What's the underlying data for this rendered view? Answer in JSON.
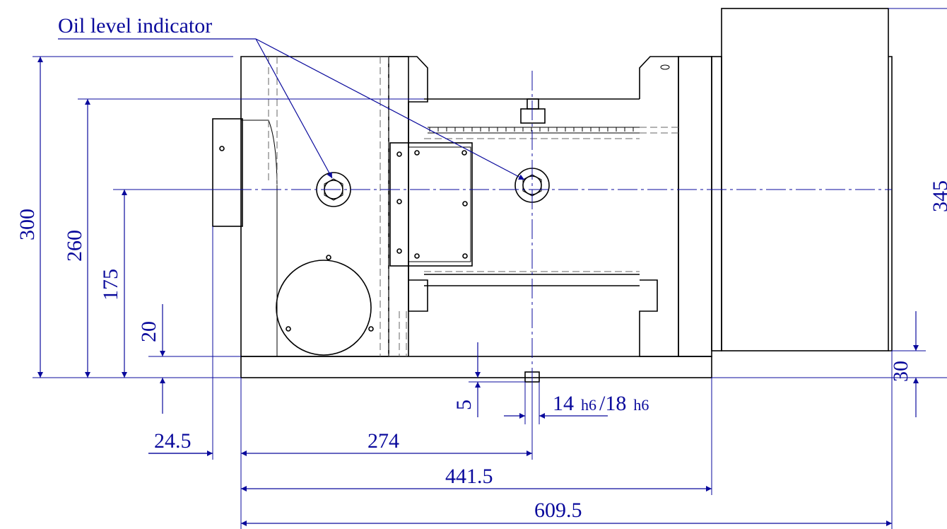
{
  "callout": {
    "oil_level_label": "Oil level indicator"
  },
  "dimensions": {
    "height_300": "300",
    "height_260": "260",
    "height_175": "175",
    "height_20": "20",
    "height_5": "5",
    "height_30": "30",
    "height_345": "345",
    "width_24_5": "24.5",
    "width_274": "274",
    "width_441_5": "441.5",
    "width_609_5": "609.5",
    "shaft_diameter": "14",
    "shaft_tol_1": "h6",
    "shaft_sep": "/18",
    "shaft_tol_2": "h6"
  }
}
